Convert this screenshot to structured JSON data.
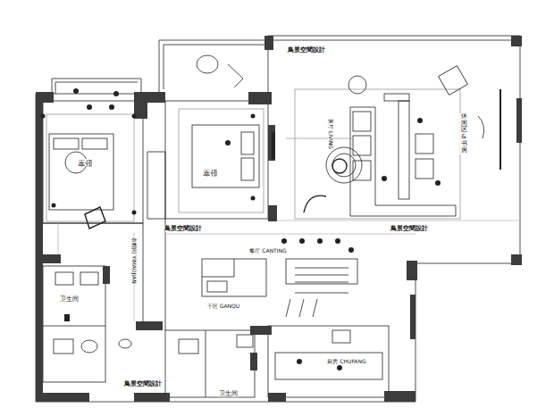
{
  "diagram": {
    "labels": [
      "鳥景空間設計",
      "卧室",
      "卧室",
      "客厅 LIVING",
      "休闲区&书房",
      "鳥景空間設計",
      "鳥景空間設計",
      "餐厅 CANTING",
      "衣帽间 YIMAOJIAN",
      "卫生间",
      "干区 GANQU",
      "厨房 CHUFANG",
      "鳥景空間設計",
      "卫生间"
    ]
  }
}
